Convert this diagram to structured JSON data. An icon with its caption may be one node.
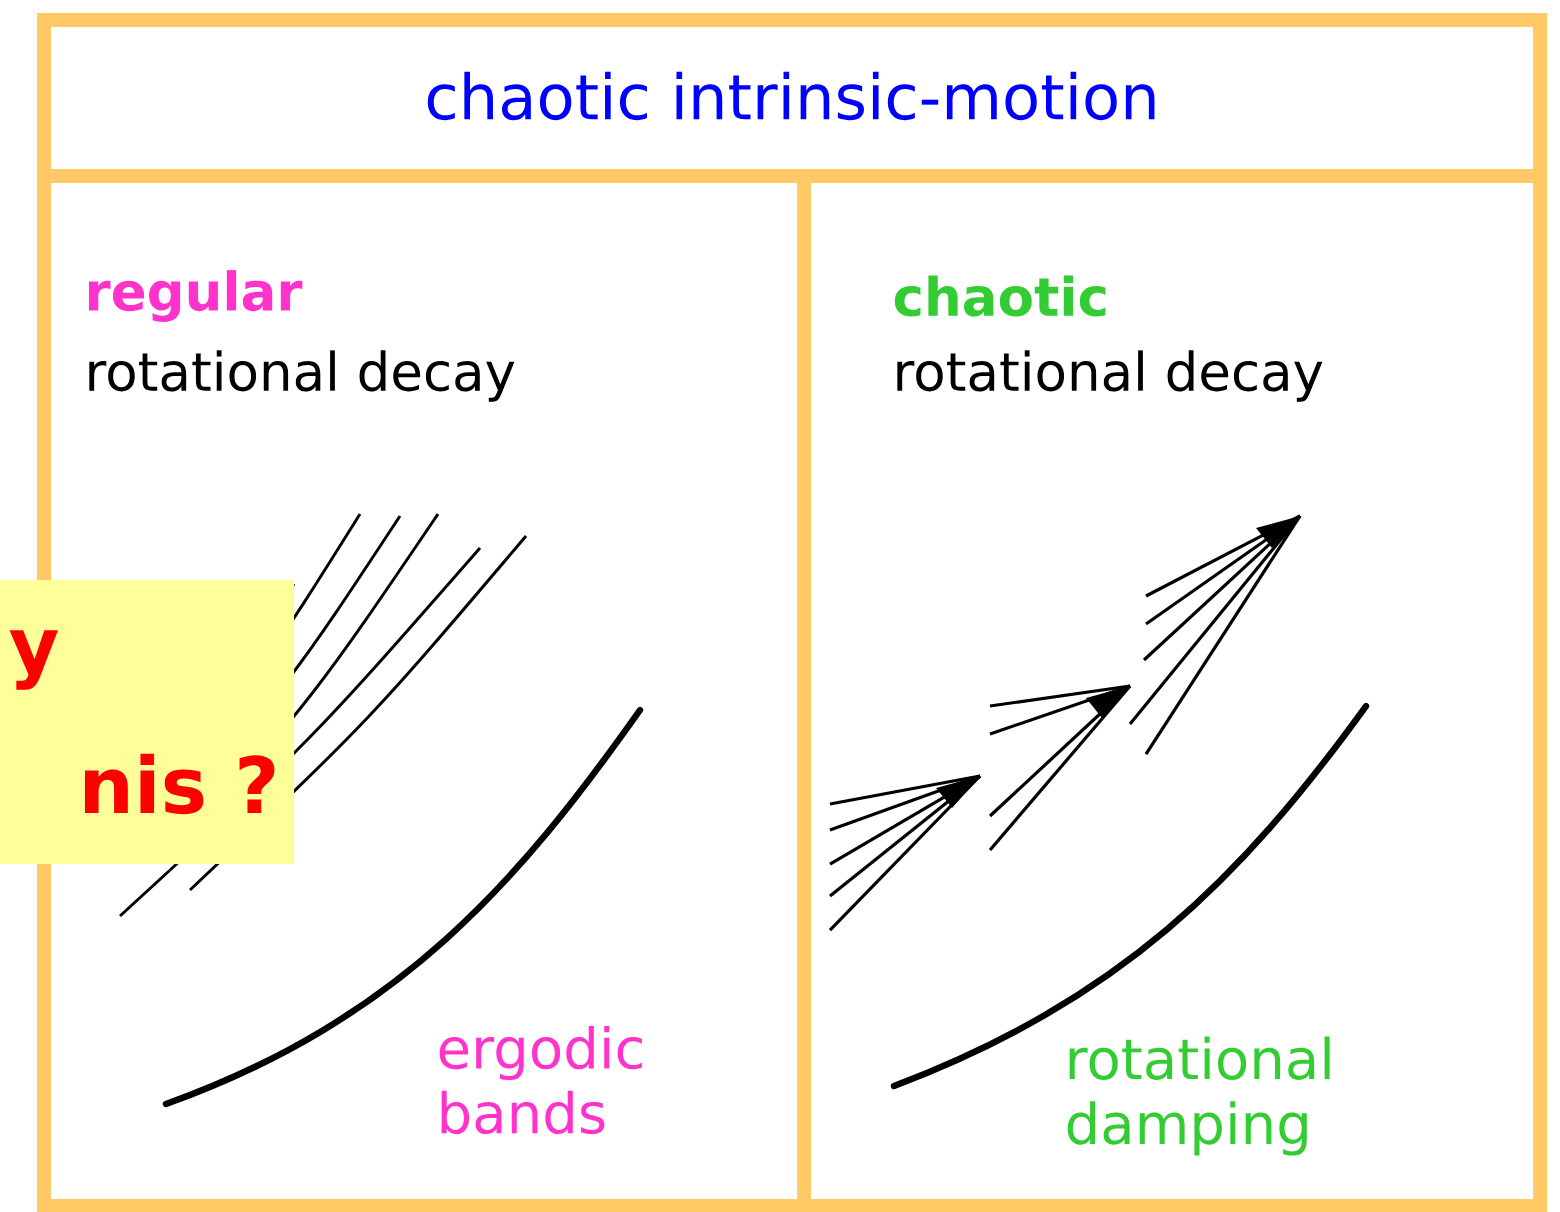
{
  "diagram": {
    "nodes": [
      {
        "text": [
          "chaotic intrinsic-motion"
        ]
      },
      {
        "text": [
          "regular",
          "rotational decay",
          "ergodic bands"
        ]
      },
      {
        "text": [
          "chaotic",
          "rotational decay",
          "rotational damping"
        ]
      },
      {
        "text": [
          "y",
          "nis ?"
        ]
      }
    ],
    "edges": []
  }
}
